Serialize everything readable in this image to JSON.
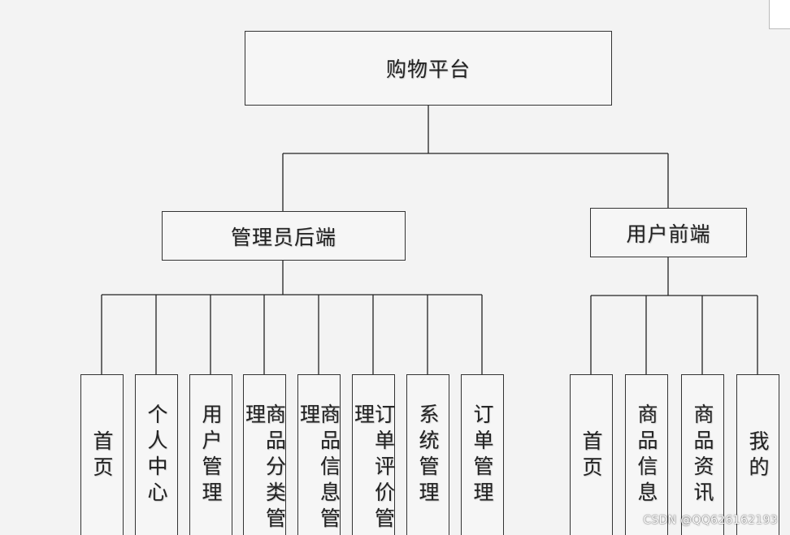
{
  "diagram": {
    "root": {
      "label": "购物平台"
    },
    "admin": {
      "label": "管理员后端",
      "children": [
        "首页",
        "个人中心",
        "用户管理",
        "商品分类管理",
        "商品信息管理",
        "订单评价管理",
        "系统管理",
        "订单管理"
      ]
    },
    "user": {
      "label": "用户前端",
      "children": [
        "首页",
        "商品信息",
        "商品资讯",
        "我的"
      ]
    }
  },
  "watermark": "CSDN @QQ626162193"
}
